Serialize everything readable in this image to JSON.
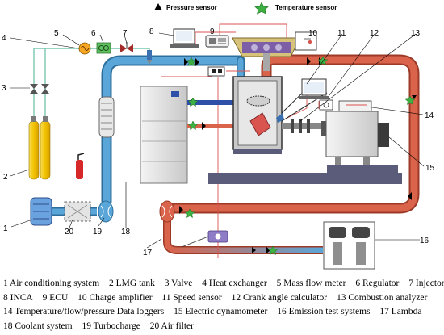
{
  "header": {
    "pressure_sensor": "Pressure sensor",
    "temperature_sensor": "Temperature sensor"
  },
  "callouts": [
    "1",
    "2",
    "3",
    "4",
    "5",
    "6",
    "7",
    "8",
    "9",
    "10",
    "11",
    "12",
    "13",
    "14",
    "15",
    "16",
    "17",
    "18",
    "19",
    "20"
  ],
  "legend": [
    [
      "1 Air conditioning system",
      "2 LMG tank",
      "3 Valve",
      "4 Heat exchanger",
      "5 Mass flow meter",
      "6 Regulator",
      "7 Injector"
    ],
    [
      "8 INCA",
      "9 ECU",
      "10 Charge amplifier",
      "11 Speed sensor",
      "12 Crank angle calculator",
      "13 Combustion analyzer"
    ],
    [
      "14 Temperature/flow/pressure Data loggers",
      "15 Electric dynamometer",
      "16 Emission test systems",
      "17 Lambda"
    ],
    [
      "18 Coolant system",
      "19 Turbocharge",
      "20 Air filter"
    ]
  ],
  "colors": {
    "intake_pipe": "#5aa6d8",
    "exhaust_pipe": "#d9634b",
    "signal_wire": "#d9534f",
    "gas_tank": "#f2c200",
    "gas_line": "#79c7b0",
    "bench": "#5b5b7a",
    "sensor_star": "#3cb043"
  }
}
